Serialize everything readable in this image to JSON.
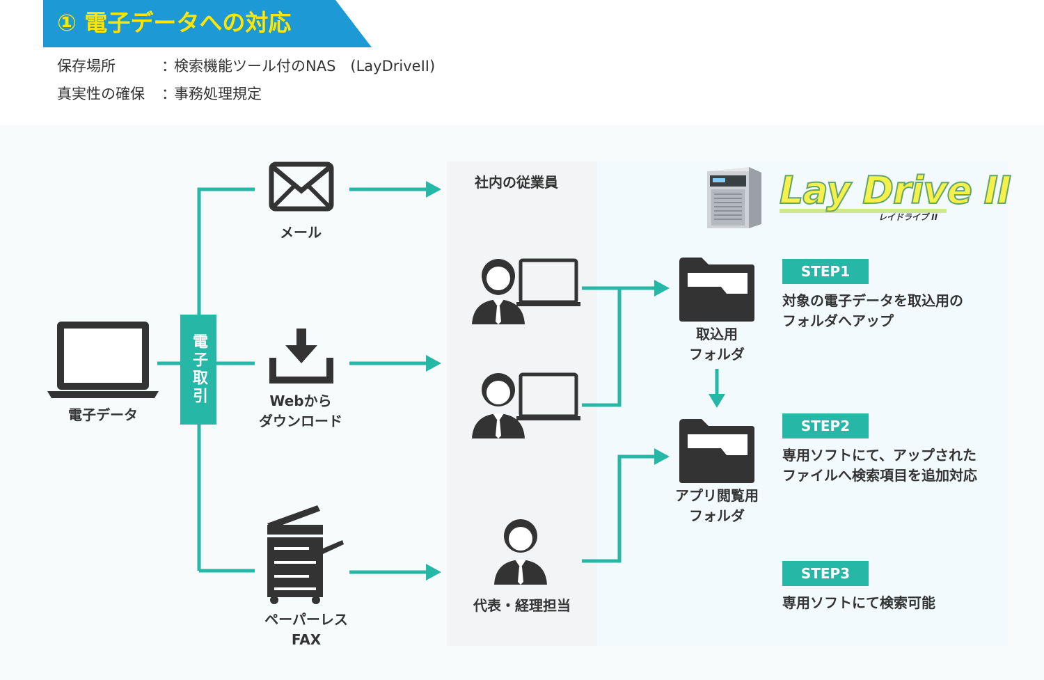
{
  "header": {
    "title": "① 電子データへの対応",
    "rows": [
      {
        "label": "保存場所",
        "colon": "：",
        "value": "検索機能ツール付のNAS　(LayDriveII)"
      },
      {
        "label": "真実性の確保",
        "colon": "：",
        "value": "事務処理規定"
      }
    ]
  },
  "source": {
    "label": "電子データ"
  },
  "channel": {
    "label": "電子取引"
  },
  "methods": [
    {
      "label": "メール",
      "icon": "envelope-icon"
    },
    {
      "label": "Webから\nダウンロード",
      "icon": "download-tray-icon"
    },
    {
      "label": "ペーパーレス\nFAX",
      "icon": "multifunction-printer-icon"
    }
  ],
  "employees": {
    "title": "社内の従業員",
    "manager_label": "代表・経理担当"
  },
  "logo": {
    "text": "Lay Drive II",
    "kana": "レイドライブ II"
  },
  "folders": [
    {
      "label": "取込用\nフォルダ"
    },
    {
      "label": "アプリ閲覧用\nフォルダ"
    }
  ],
  "steps": [
    {
      "badge": "STEP1",
      "text": "対象の電子データを取込用の\nフォルダへアップ"
    },
    {
      "badge": "STEP2",
      "text": "専用ソフトにて、アップされた\nファイルへ検索項目を追加対応"
    },
    {
      "badge": "STEP3",
      "text": "専用ソフトにて検索可能"
    }
  ],
  "colors": {
    "accent": "#26b7a6",
    "banner": "#1d9ad6",
    "title_text": "#ffe600",
    "icon": "#333333"
  }
}
